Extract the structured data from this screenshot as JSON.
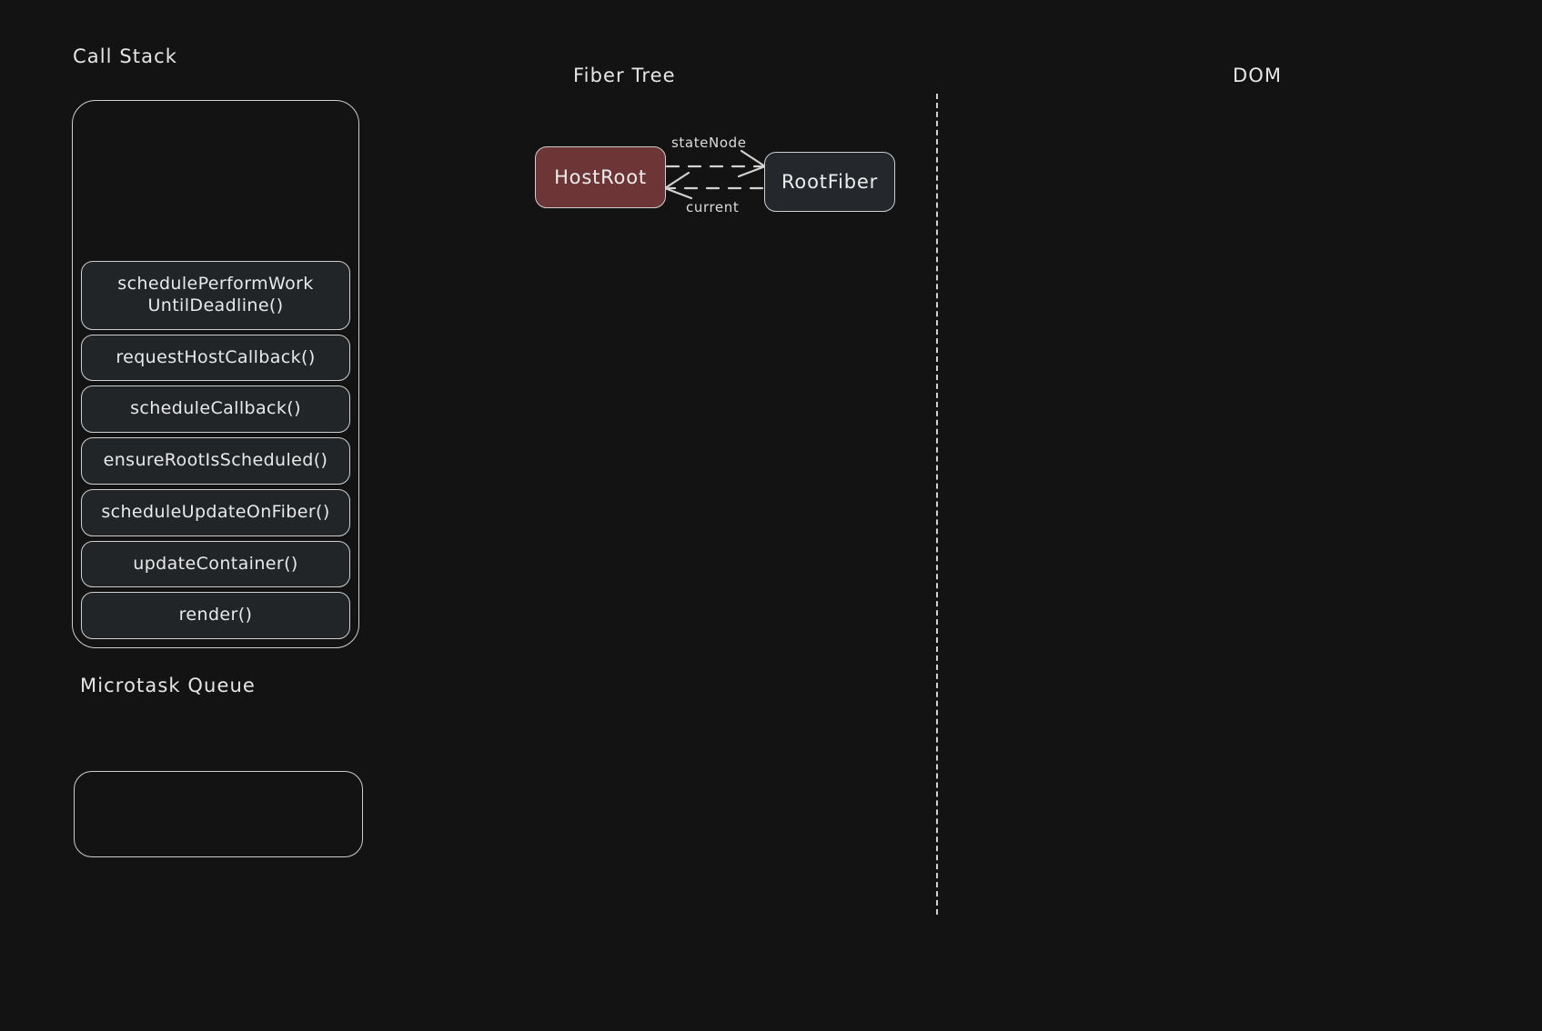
{
  "theme": {
    "background": "#131313",
    "stroke": "#cfcfcf",
    "text": "#e8e8e8",
    "frame_fill": "#222528",
    "hostroot_fill": "#6e3537",
    "rootfiber_fill": "#24272b",
    "divider": "#d2d2d2"
  },
  "call_stack": {
    "label": "Call Stack",
    "frames": [
      "schedulePerformWork\nUntilDeadline()",
      "requestHostCallback()",
      "scheduleCallback()",
      "ensureRootIsScheduled()",
      "scheduleUpdateOnFiber()",
      "updateContainer()",
      "render()"
    ]
  },
  "microtask_queue": {
    "label": "Microtask Queue",
    "items": []
  },
  "fiber_tree": {
    "label": "Fiber Tree",
    "nodes": [
      {
        "id": "hostroot",
        "label": "HostRoot"
      },
      {
        "id": "rootfiber",
        "label": "RootFiber"
      }
    ],
    "edges": [
      {
        "id": "statenode",
        "label": "stateNode",
        "from": "hostroot",
        "to": "rootfiber",
        "style": "dashed"
      },
      {
        "id": "current",
        "label": "current",
        "from": "rootfiber",
        "to": "hostroot",
        "style": "dashed"
      }
    ]
  },
  "dom": {
    "label": "DOM",
    "items": []
  }
}
